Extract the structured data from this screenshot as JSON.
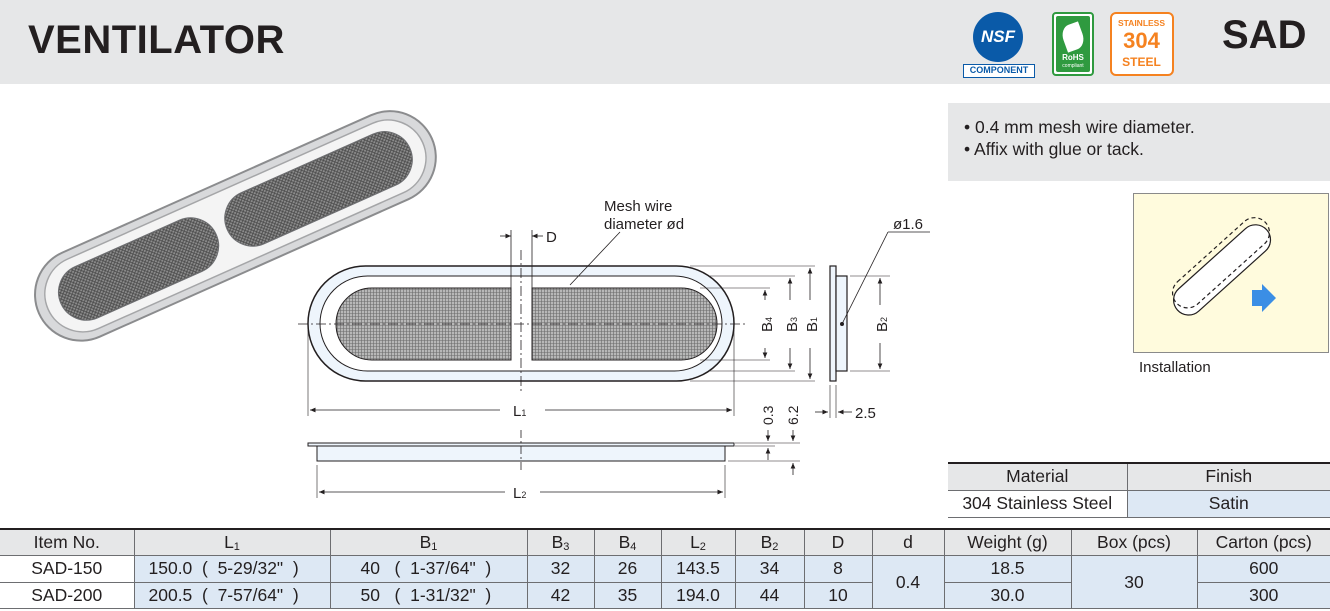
{
  "header": {
    "title": "VENTILATOR",
    "code": "SAD",
    "nsf_logo": "NSF",
    "nsf_label": "COMPONENT",
    "rohs_label": "RoHS",
    "rohs_sub": "compliant",
    "ss_top": "STAINLESS",
    "ss_num": "304",
    "ss_bottom": "STEEL"
  },
  "features": [
    "• 0.4 mm mesh wire diameter.",
    "• Affix with glue or tack."
  ],
  "installation": {
    "label": "Installation"
  },
  "drawing": {
    "mesh_label_1": "Mesh wire",
    "mesh_label_2": "diameter  ød",
    "hole": "ø1.6",
    "D": "D",
    "L1": "L",
    "L1_sub": "1",
    "L2": "L",
    "L2_sub": "2",
    "B1": "B",
    "B1_sub": "1",
    "B2": "B",
    "B2_sub": "2",
    "B3": "B",
    "B3_sub": "3",
    "B4": "B",
    "B4_sub": "4",
    "dim_03": "0.3",
    "dim_62": "6.2",
    "dim_25": "2.5"
  },
  "material_table": {
    "headers": [
      "Material",
      "Finish"
    ],
    "row": [
      "304 Stainless Steel",
      "Satin"
    ]
  },
  "spec_table": {
    "headers": {
      "item": "Item No.",
      "L1": "L",
      "L1_sub": "1",
      "B1": "B",
      "B1_sub": "1",
      "B3": "B",
      "B3_sub": "3",
      "B4": "B",
      "B4_sub": "4",
      "L2": "L",
      "L2_sub": "2",
      "B2": "B",
      "B2_sub": "2",
      "D": "D",
      "d": "d",
      "weight": "Weight (g)",
      "box": "Box (pcs)",
      "carton": "Carton (pcs)"
    },
    "rows": [
      {
        "item": "SAD-150",
        "L1": "150.0",
        "L1_in": "5-29/32\"",
        "B1": "40",
        "B1_in": "1-37/64\"",
        "B3": "32",
        "B4": "26",
        "L2": "143.5",
        "B2": "34",
        "D": "8",
        "weight": "18.5",
        "carton": "600"
      },
      {
        "item": "SAD-200",
        "L1": "200.5",
        "L1_in": "7-57/64\"",
        "B1": "50",
        "B1_in": "1-31/32\"",
        "B3": "42",
        "B4": "35",
        "L2": "194.0",
        "B2": "44",
        "D": "10",
        "weight": "30.0",
        "carton": "300"
      }
    ],
    "d_shared": "0.4",
    "box_shared": "30"
  }
}
